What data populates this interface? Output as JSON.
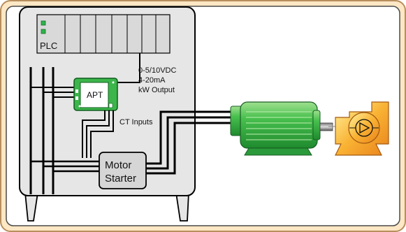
{
  "plc": {
    "label": "PLC"
  },
  "apt": {
    "label": "APT"
  },
  "output_signal": {
    "lines": [
      "0-5/10VDC",
      "4-20mA",
      "kW Output"
    ]
  },
  "ct_inputs": {
    "label": "CT Inputs"
  },
  "motor_starter": {
    "lines": [
      "Motor",
      "Starter"
    ]
  },
  "colors": {
    "frame": "#fde7c4",
    "frame_border": "#c9a57a",
    "cabinet": "#e6e6e6",
    "plc": "#d9d9d9",
    "led": "#2db34a",
    "apt": "#3cb54a",
    "motor": "#3fb54b",
    "pump": "#f5a623",
    "wire": "#000000"
  },
  "icons": [
    "plc-rack",
    "apt-module",
    "motor-starter",
    "electric-motor",
    "centrifugal-pump"
  ]
}
